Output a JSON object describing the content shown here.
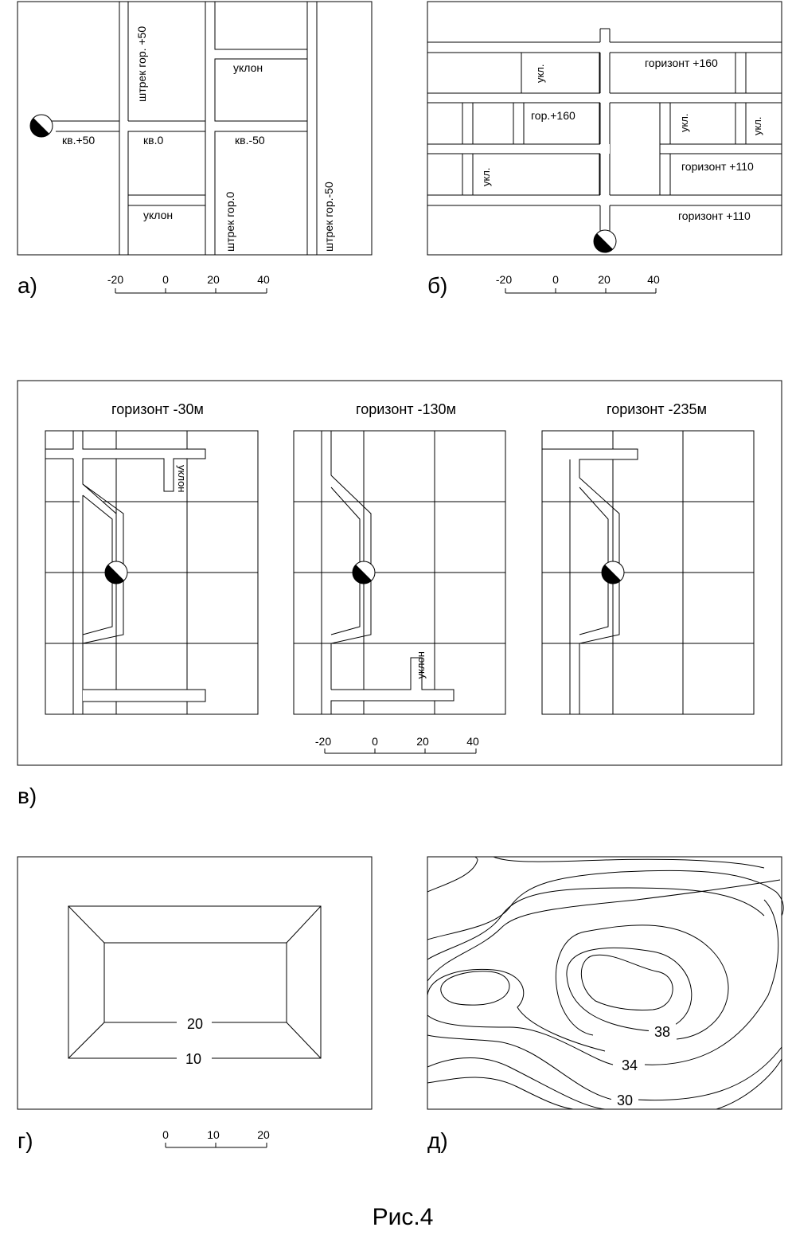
{
  "figure": {
    "caption": "Рис.4",
    "panel_letters": {
      "a": "а)",
      "b": "б)",
      "v": "в)",
      "g": "г)",
      "d": "д)"
    }
  },
  "panel_a": {
    "labels": {
      "shtrek_p50": "штрек гор. +50",
      "shtrek_0": "штрек гор.0",
      "shtrek_m50": "штрек гор.-50",
      "uklon_top": "уклон",
      "uklon_bottom": "уклон",
      "kv_p50": "кв.+50",
      "kv_0": "кв.0",
      "kv_m50": "кв.-50"
    },
    "scale_ticks": [
      "-20",
      "0",
      "20",
      "40"
    ]
  },
  "panel_b": {
    "labels": {
      "gorizont_160": "горизонт +160",
      "gor_160": "гор.+160",
      "gorizont_110_a": "горизонт +110",
      "gorizont_110_b": "горизонт +110",
      "ukl_top": "укл.",
      "ukl_mid": "укл.",
      "ukl_right": "укл.",
      "ukl_left": "укл."
    },
    "scale_ticks": [
      "-20",
      "0",
      "20",
      "40"
    ]
  },
  "panel_v": {
    "sections": [
      {
        "title": "горизонт -30м",
        "uklon": "уклон"
      },
      {
        "title": "горизонт -130м",
        "uklon": "уклон"
      },
      {
        "title": "горизонт -235м"
      }
    ],
    "scale_ticks": [
      "-20",
      "0",
      "20",
      "40"
    ]
  },
  "panel_g": {
    "contours": [
      "20",
      "10"
    ],
    "scale_ticks": [
      "0",
      "10",
      "20"
    ]
  },
  "panel_d": {
    "contours": [
      "38",
      "34",
      "30"
    ]
  },
  "style": {
    "ink": "#000000",
    "paper": "#ffffff"
  }
}
